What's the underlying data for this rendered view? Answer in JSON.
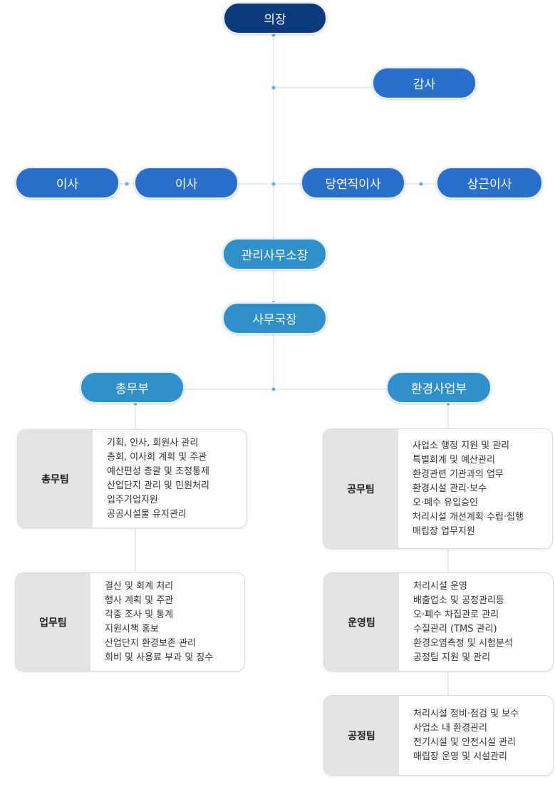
{
  "nodes": {
    "chairman": "의장",
    "auditor": "감사",
    "director_1": "이사",
    "director_2": "이사",
    "ex_officio_director": "당연직이사",
    "standing_director": "상근이사",
    "office_director": "관리사무소장",
    "secretary_general": "사무국장",
    "general_affairs_dept": "총무부",
    "environment_dept": "환경사업부"
  },
  "teams": {
    "general_affairs": {
      "name": "총무팀",
      "duties": [
        "기획, 인사, 회원사 관리",
        "총회, 이사회 계획 및 주관",
        "예산편성 총괄 및 조정통제",
        "산업단지 관리 및 민원처리",
        "입주기업지원",
        "공공시설물 유지관리"
      ]
    },
    "business": {
      "name": "업무팀",
      "duties": [
        "결산 및 회계 처리",
        "행사 계획 및 주관",
        "각종 조사 및 통계",
        "지원시책 홍보",
        "산업단지 환경보존 관리",
        "회비 및 사용료 부과 및 징수"
      ]
    },
    "public_works": {
      "name": "공무팀",
      "duties": [
        "사업소 행정 지원 및 관리",
        "특별회계 및 예산관리",
        "환경관련 기관과의 업무",
        "환경시설 관리·보수",
        "오·폐수 유입승인",
        "처리시설 개선계획 수립·집행",
        "매립장 업무지원"
      ]
    },
    "operations": {
      "name": "운영팀",
      "duties": [
        "처리시설 운영",
        "배출업소 및 공정관리등",
        "오·폐수 차집관로 관리",
        "수질관리 (TMS 관리)",
        "환경오염측정 및 시험분석",
        "공정팀 지원 및 관리"
      ]
    },
    "process": {
      "name": "공정팀",
      "duties": [
        "처리시설 정비·점검 및 보수",
        "사업소 내 환경관리",
        "전기시설 및 안전시설 관리",
        "매립장 운영 및 시설관리"
      ]
    }
  },
  "colors": {
    "navy": "#0b3a7c",
    "blue": "#2a6fcb",
    "teal": "#2f90cb",
    "line": "#c9d9ea",
    "dot": "#6aa6e8",
    "label_bg": "#e3e3e3"
  }
}
